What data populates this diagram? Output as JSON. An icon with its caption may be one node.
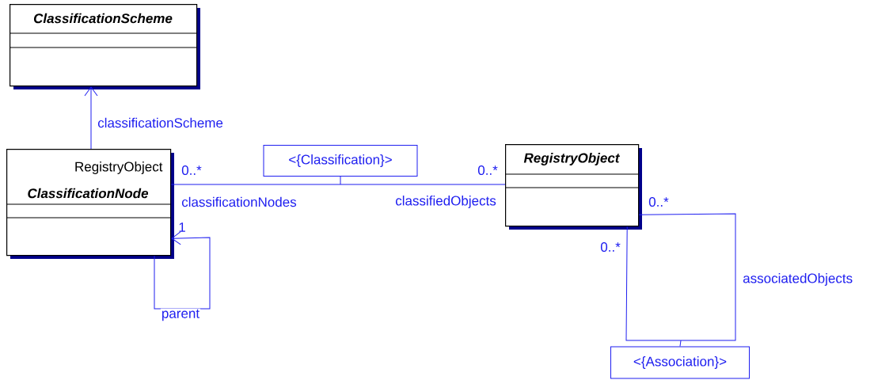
{
  "diagram": {
    "nodes": [
      {
        "text": [
          "ClassificationScheme"
        ]
      },
      {
        "text": [
          "RegistryObject",
          "ClassificationNode"
        ]
      },
      {
        "text": [
          "RegistryObject"
        ]
      },
      {
        "text": [
          "<{Classification}>"
        ]
      },
      {
        "text": [
          "<{Association}>"
        ]
      }
    ],
    "edges": [
      {
        "from": 1,
        "to": 0,
        "arrow": "to",
        "label": "classificationScheme"
      },
      {
        "from": 1,
        "to": 1,
        "arrow": "to",
        "label": "parent"
      },
      {
        "from": 1,
        "to": 2,
        "arrow": "none"
      },
      {
        "from": 2,
        "to": 2,
        "arrow": "none",
        "label": "associatedObjects"
      },
      {
        "from": 3,
        "to": null,
        "arrow": "none"
      },
      {
        "from": 4,
        "to": null,
        "arrow": "none"
      }
    ],
    "labels": [
      "0..*",
      "0..*",
      "classificationNodes",
      "classifiedObjects",
      "1",
      "0..*",
      "0..*"
    ]
  }
}
